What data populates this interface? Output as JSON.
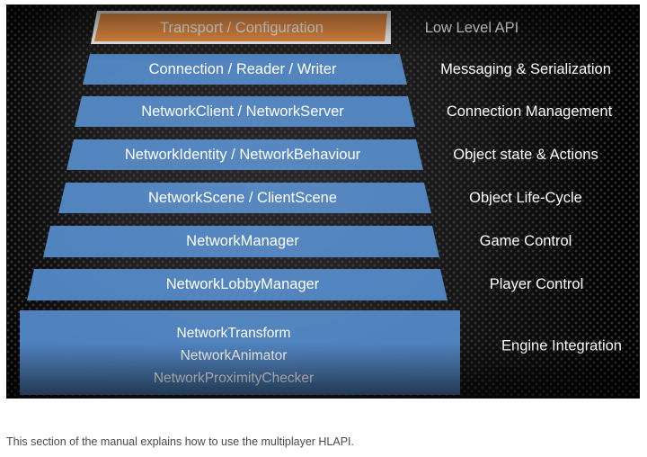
{
  "page": {
    "caption": "This section of the manual explains how to use the multiplayer HLAPI."
  },
  "diagram": {
    "title": "Unity multiplayer HLAPI layer stack",
    "background_color": "#131313",
    "accent_top_color": "#ef9141",
    "accent_top_border_color": "#ffffff",
    "band_color": "#4e81bd",
    "band_edge_color": "#3d6ca5",
    "text_color": "#ffffff",
    "bands": [
      {
        "id": "transport-configuration",
        "label": "Transport / Configuration",
        "side_label": "Low Level API",
        "color": "#ef9141",
        "highlighted": true,
        "lines": [
          "Transport / Configuration"
        ]
      },
      {
        "id": "connection-reader-writer",
        "label": "Connection / Reader / Writer",
        "side_label": "Messaging & Serialization",
        "color": "#4e81bd",
        "highlighted": false,
        "lines": [
          "Connection / Reader / Writer"
        ]
      },
      {
        "id": "networkclient-networkserver",
        "label": "NetworkClient / NetworkServer",
        "side_label": "Connection Management",
        "color": "#4e81bd",
        "highlighted": false,
        "lines": [
          "NetworkClient / NetworkServer"
        ]
      },
      {
        "id": "networkidentity-networkbehaviour",
        "label": "NetworkIdentity / NetworkBehaviour",
        "side_label": "Object state & Actions",
        "color": "#4e81bd",
        "highlighted": false,
        "lines": [
          "NetworkIdentity / NetworkBehaviour"
        ]
      },
      {
        "id": "networkscene-clientscene",
        "label": "NetworkScene / ClientScene",
        "side_label": "Object Life-Cycle",
        "color": "#4e81bd",
        "highlighted": false,
        "lines": [
          "NetworkScene / ClientScene"
        ]
      },
      {
        "id": "networkmanager",
        "label": "NetworkManager",
        "side_label": "Game Control",
        "color": "#4e81bd",
        "highlighted": false,
        "lines": [
          "NetworkManager"
        ]
      },
      {
        "id": "networklobbymanager",
        "label": "NetworkLobbyManager",
        "side_label": "Player Control",
        "color": "#4e81bd",
        "highlighted": false,
        "lines": [
          "NetworkLobbyManager"
        ]
      },
      {
        "id": "engine-components",
        "label": "NetworkTransform NetworkAnimator NetworkProximityChecker",
        "side_label": "Engine Integration",
        "color": "#4e81bd",
        "highlighted": false,
        "lines": [
          "NetworkTransform",
          "NetworkAnimator",
          "NetworkProximityChecker"
        ]
      }
    ]
  }
}
